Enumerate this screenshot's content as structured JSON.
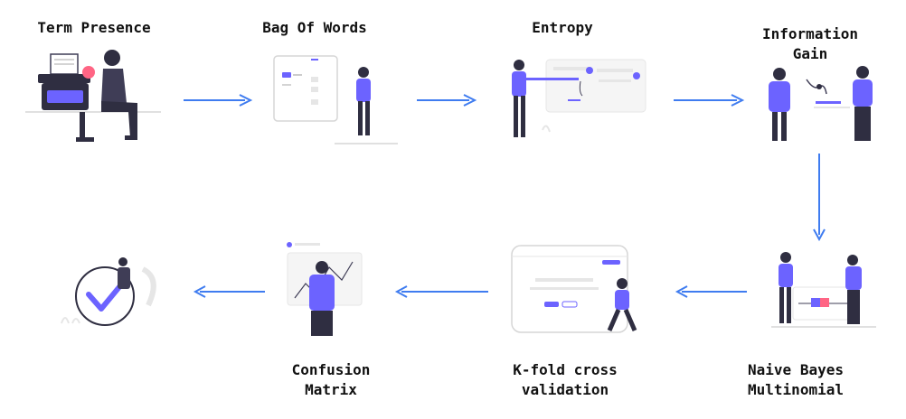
{
  "steps": [
    {
      "label": "Term Presence",
      "illustration": "typewriter-person"
    },
    {
      "label": "Bag Of Words",
      "illustration": "whiteboard-person"
    },
    {
      "label": "Entropy",
      "illustration": "dashboard-person"
    },
    {
      "label": "Information\nGain",
      "illustration": "two-people-discussion"
    },
    {
      "label": "Naive Bayes\nMultinomial",
      "illustration": "two-people-board"
    },
    {
      "label": "K-fold cross\nvalidation",
      "illustration": "browser-window-walker"
    },
    {
      "label": "Confusion\nMatrix",
      "illustration": "presenter-chart"
    },
    {
      "label": "",
      "illustration": "checkmark-person"
    }
  ],
  "colors": {
    "accent": "#6c63ff",
    "arrow": "#3f7cf0",
    "dark": "#2f2e41",
    "skin": "#a0616a",
    "pale": "#e6e6e6"
  },
  "flow_arrows": [
    "right",
    "right",
    "right",
    "down",
    "left",
    "left",
    "left"
  ]
}
